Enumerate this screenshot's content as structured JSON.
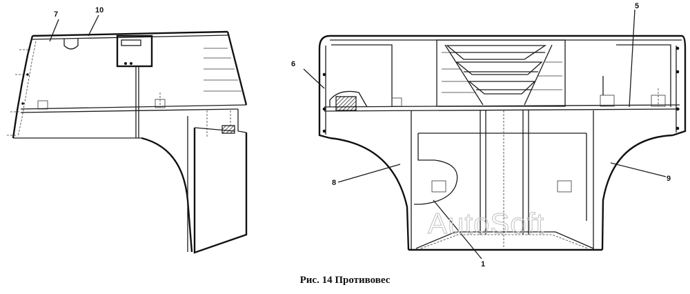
{
  "figure": {
    "caption": "Рис. 14 Противовес",
    "watermark": "AutoSoft"
  },
  "callouts": [
    {
      "id": "c1",
      "label": "1"
    },
    {
      "id": "c5",
      "label": "5"
    },
    {
      "id": "c6",
      "label": "6"
    },
    {
      "id": "c7",
      "label": "7"
    },
    {
      "id": "c8",
      "label": "8"
    },
    {
      "id": "c9",
      "label": "9"
    },
    {
      "id": "c10",
      "label": "10"
    }
  ]
}
